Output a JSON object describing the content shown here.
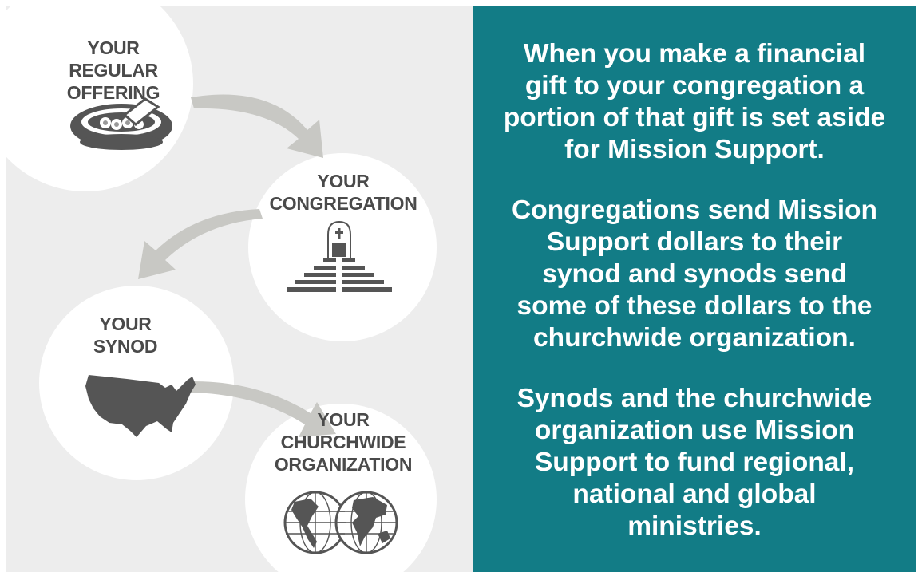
{
  "colors": {
    "panel_teal": "#127c86",
    "left_background": "#ededed",
    "label_gray": "#4a4a4a",
    "icon_gray": "#555555",
    "arrow_gray": "#c8c8c4"
  },
  "flow": {
    "steps": [
      {
        "label": "YOUR REGULAR\nOFFERING",
        "icon": "offering-plate-icon"
      },
      {
        "label": "YOUR\nCONGREGATION",
        "icon": "church-altar-icon"
      },
      {
        "label": "YOUR\nSYNOD",
        "icon": "usa-map-icon"
      },
      {
        "label": "YOUR\nCHURCHWIDE\nORGANIZATION",
        "icon": "globe-icon"
      }
    ]
  },
  "explanation": {
    "paragraphs": [
      "When you make a financial\ngift to your congregation a\nportion of that gift is set aside\nfor Mission Support.",
      "Congregations send Mission\nSupport dollars to their\nsynod and synods send\nsome of these dollars to the\nchurchwide organization.",
      "Synods and the churchwide\norganization use Mission\nSupport to fund regional,\nnational and global\nministries."
    ]
  }
}
